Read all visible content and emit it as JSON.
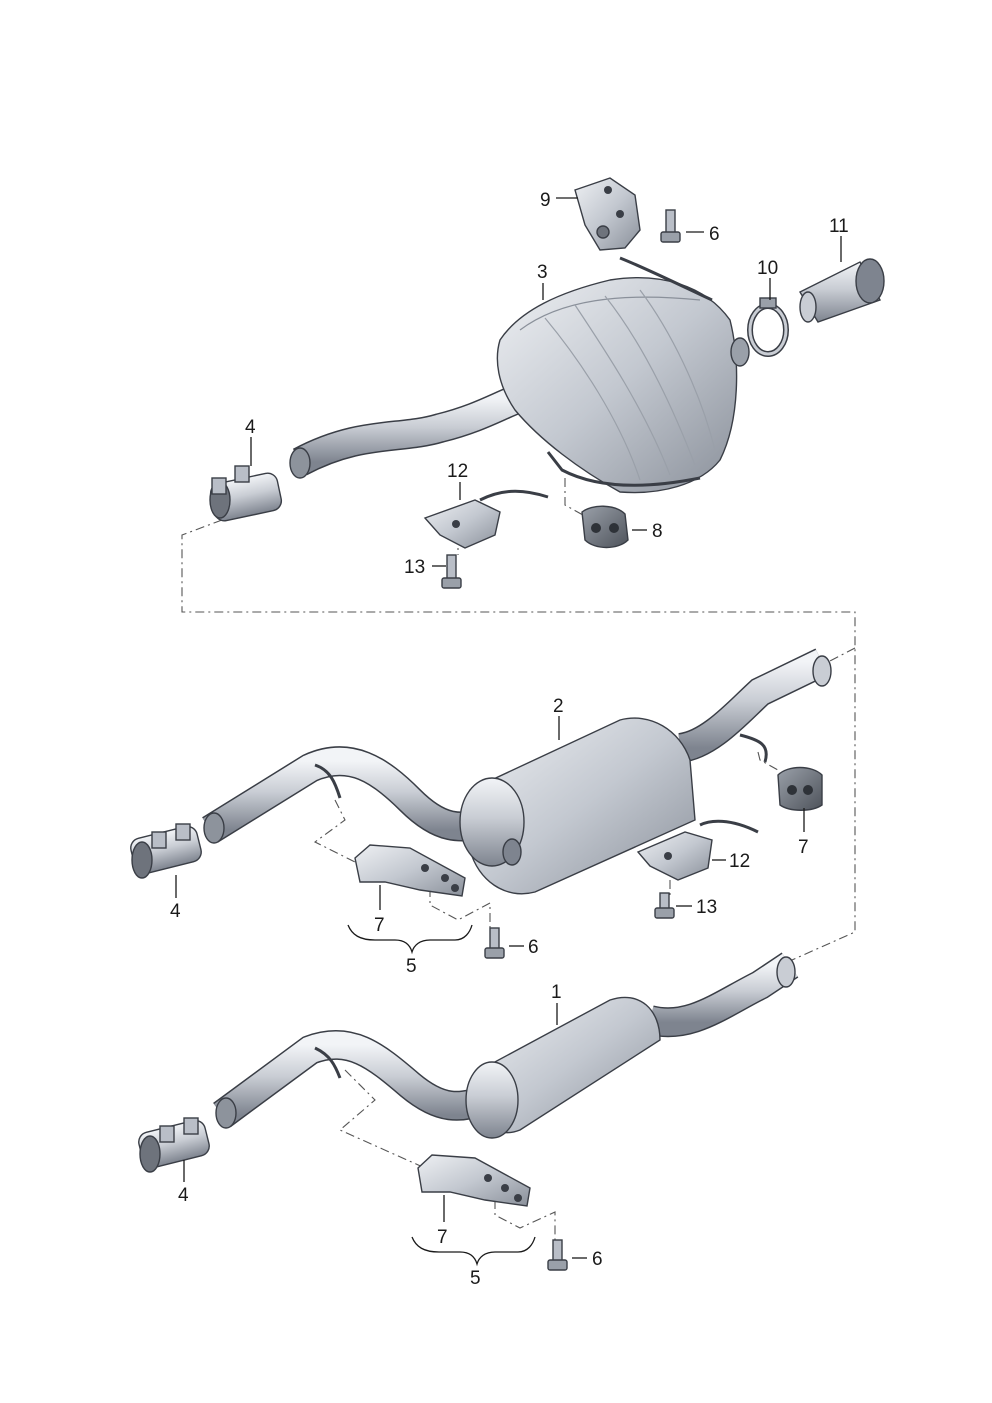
{
  "callouts": {
    "c1": "1",
    "c2": "2",
    "c3": "3",
    "c4a": "4",
    "c4b": "4",
    "c4c": "4",
    "c5a": "5",
    "c5b": "5",
    "c6a": "6",
    "c6b": "6",
    "c6c": "6",
    "c7a": "7",
    "c7b": "7",
    "c7c": "7",
    "c8": "8",
    "c9": "9",
    "c10": "10",
    "c11": "11",
    "c12a": "12",
    "c12b": "12",
    "c13a": "13",
    "c13b": "13"
  },
  "colors": {
    "metal_light": "#e4e7ec",
    "metal_mid": "#b9bec7",
    "metal_dark": "#7e848f",
    "outline": "#3a3e46",
    "rubber": "#6e737c",
    "text": "#1a1a1a"
  }
}
